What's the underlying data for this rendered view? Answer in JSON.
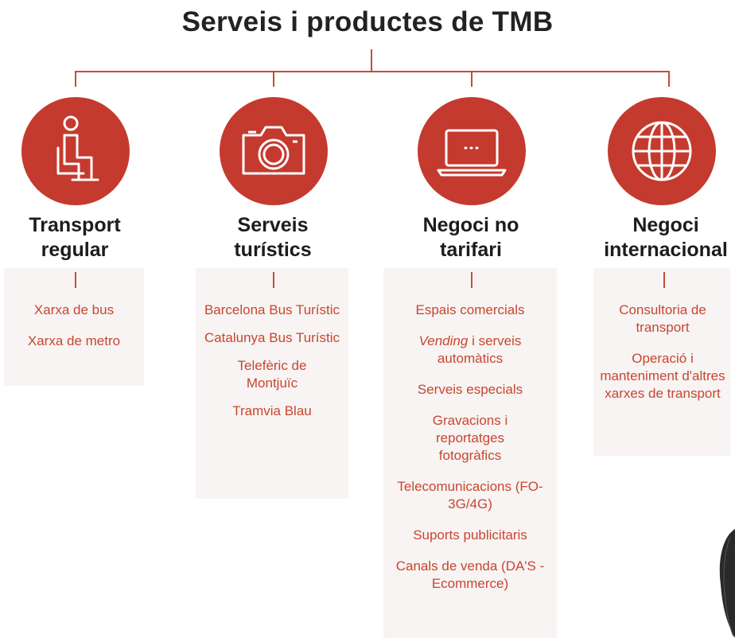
{
  "title": "Serveis i productes de TMB",
  "colors": {
    "accent": "#c53a2e",
    "item_text": "#c8462f",
    "panel_bg": "#f7f4f3"
  },
  "categories": [
    {
      "icon": "person-seated-icon",
      "name_line1": "Transport",
      "name_line2": "regular",
      "items": [
        "Xarxa de bus",
        "Xarxa de metro"
      ]
    },
    {
      "icon": "camera-icon",
      "name_line1": "Serveis",
      "name_line2": "turístics",
      "items": [
        "Barcelona Bus Turístic",
        "Catalunya Bus Turístic",
        "Telefèric de Montjuïc",
        "Tramvia Blau"
      ]
    },
    {
      "icon": "laptop-icon",
      "name_line1": "Negoci no",
      "name_line2": "tarifari",
      "items": [
        "Espais comercials",
        "i serveis automàtics",
        "Serveis especials",
        "Gravacions i reportatges fotogràfics",
        "Telecomunicacions (FO-3G/4G)",
        "Suports publicitaris",
        "Canals de venda (DA'S - Ecommerce)"
      ],
      "vending_word": "Vending"
    },
    {
      "icon": "globe-icon",
      "name_line1": "Negoci",
      "name_line2": "internacional",
      "items": [
        "Consultoria de transport",
        "Operació i manteniment d'altres xarxes de transport"
      ]
    }
  ]
}
